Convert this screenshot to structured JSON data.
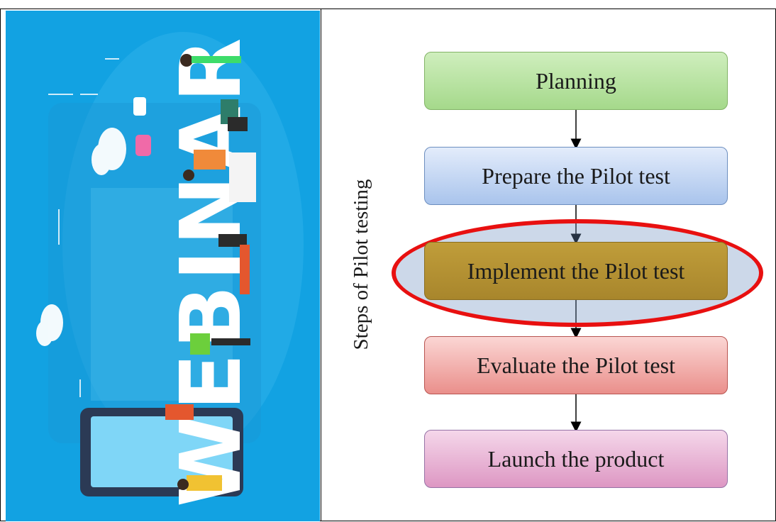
{
  "banner": {
    "word": "WEBINAR",
    "background": "#12a2e2"
  },
  "diagram": {
    "side_label": "Steps of Pilot testing",
    "steps": [
      {
        "label": "Planning"
      },
      {
        "label": "Prepare the Pilot test"
      },
      {
        "label": "Implement the Pilot test",
        "highlighted": true
      },
      {
        "label": "Evaluate the Pilot test"
      },
      {
        "label": "Launch the product"
      }
    ],
    "highlight_color": "#e81010"
  }
}
